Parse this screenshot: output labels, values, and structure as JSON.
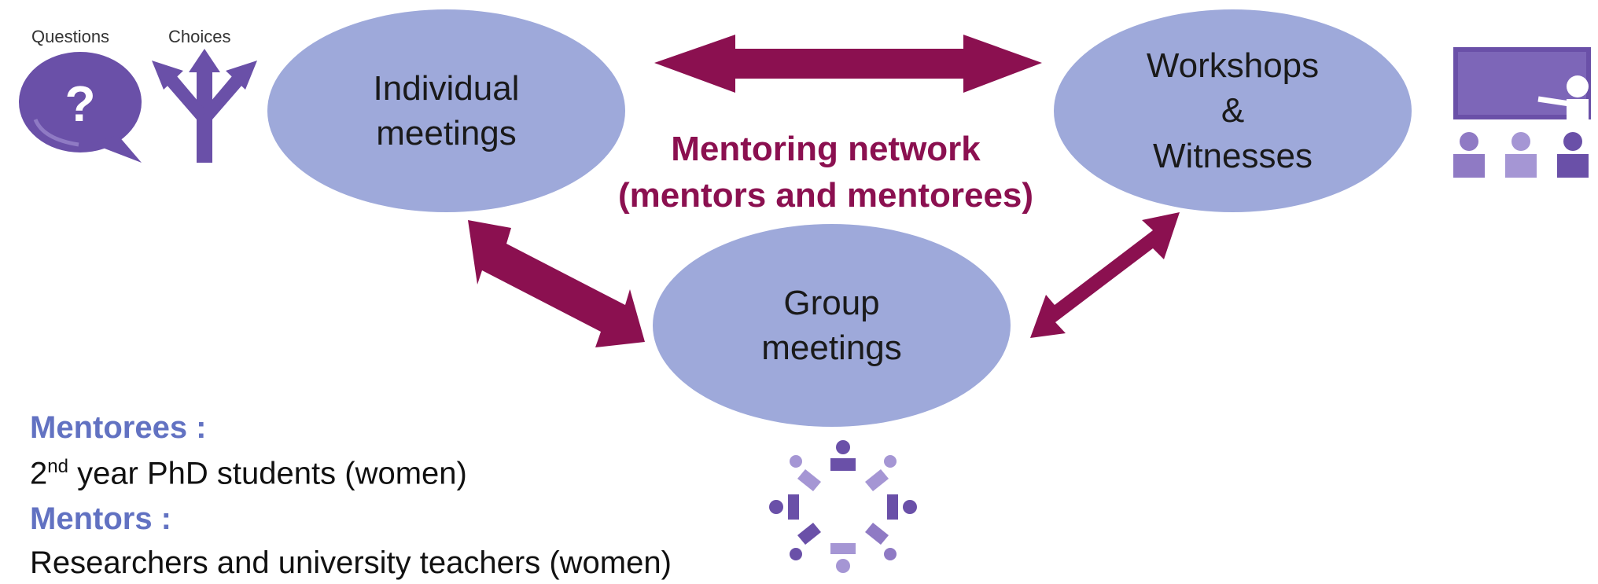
{
  "icons": {
    "questions_label": "Questions",
    "choices_label": "Choices",
    "question_mark": "?"
  },
  "nodes": {
    "individual": "Individual\nmeetings",
    "workshops": "Workshops\n&\nWitnesses",
    "group": "Group\nmeetings"
  },
  "network": {
    "line1": "Mentoring network",
    "line2": "(mentors and mentorees)"
  },
  "legend": {
    "mentorees_heading": "Mentorees :",
    "mentorees_num": "2",
    "mentorees_sup": "nd",
    "mentorees_text": " year PhD students (women)",
    "mentors_heading": "Mentors :",
    "mentors_text": "Researchers and university teachers (women)"
  },
  "colors": {
    "ellipse": "#9ea9da",
    "arrow": "#8b1050",
    "accent_text": "#6272c2",
    "icon_purple": "#6a50a8"
  }
}
